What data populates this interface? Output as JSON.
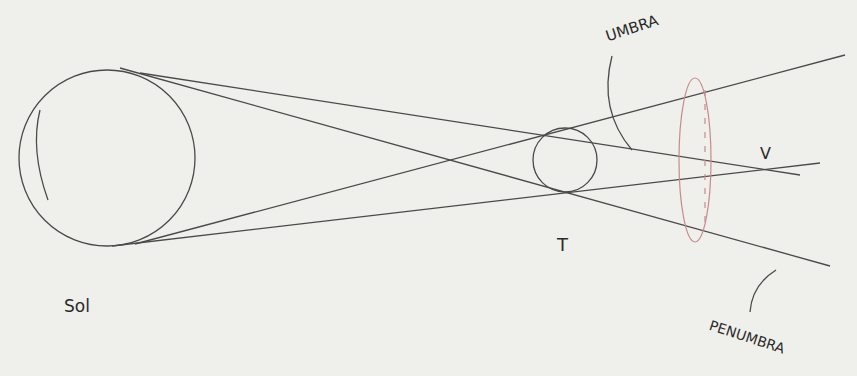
{
  "diagram": {
    "labels": [
      "UMBRA",
      "V",
      "T",
      "Sol",
      "PENUMBRA"
    ]
  }
}
